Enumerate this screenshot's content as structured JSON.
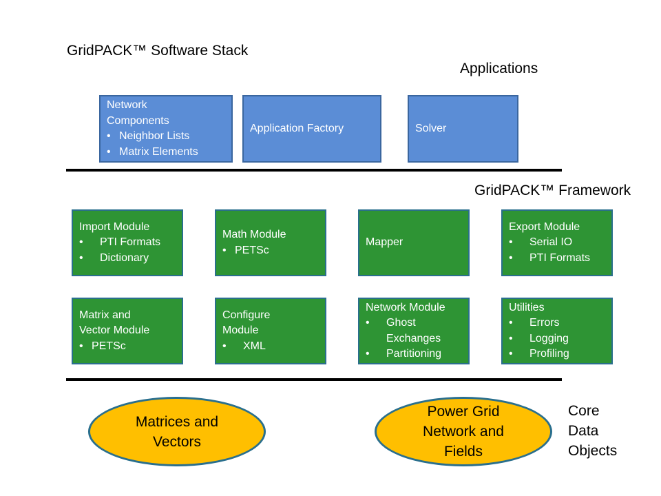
{
  "header": {
    "title": "GridPACK™ Software Stack"
  },
  "layers": {
    "applications": "Applications",
    "framework": "GridPACK™ Framework",
    "core": [
      "Core",
      "Data",
      "Objects"
    ]
  },
  "applications": {
    "network_components": {
      "title_lines": [
        "Network",
        "Components"
      ],
      "bullets": [
        "Neighbor Lists",
        "Matrix Elements"
      ]
    },
    "factory": {
      "title": "Application Factory"
    },
    "solver": {
      "title": "Solver"
    }
  },
  "framework": {
    "import_module": {
      "title": "Import Module",
      "bullets": [
        "PTI Formats",
        "Dictionary"
      ]
    },
    "math_module": {
      "title": "Math Module",
      "bullets": [
        "PETSc"
      ]
    },
    "mapper": {
      "title": "Mapper"
    },
    "export_module": {
      "title": "Export Module",
      "bullets": [
        "Serial IO",
        "PTI Formats"
      ]
    },
    "matrix_vector_module": {
      "title_lines": [
        "Matrix and",
        "Vector Module"
      ],
      "bullets": [
        "PETSc"
      ]
    },
    "configure_module": {
      "title_lines": [
        "Configure",
        "Module"
      ],
      "bullets": [
        "XML"
      ]
    },
    "network_module": {
      "title": "Network Module",
      "bullets": [
        "Ghost",
        "Exchanges",
        "Partitioning"
      ]
    },
    "utilities": {
      "title": "Utilities",
      "bullets": [
        "Errors",
        "Logging",
        "Profiling"
      ]
    }
  },
  "core_objects": {
    "matrices": [
      "Matrices and",
      "Vectors"
    ],
    "power_grid": [
      "Power Grid",
      "Network and",
      "Fields"
    ]
  },
  "colors": {
    "applications_fill": "#5b8dd6",
    "framework_fill": "#2e9434",
    "core_fill": "#ffbf00"
  }
}
